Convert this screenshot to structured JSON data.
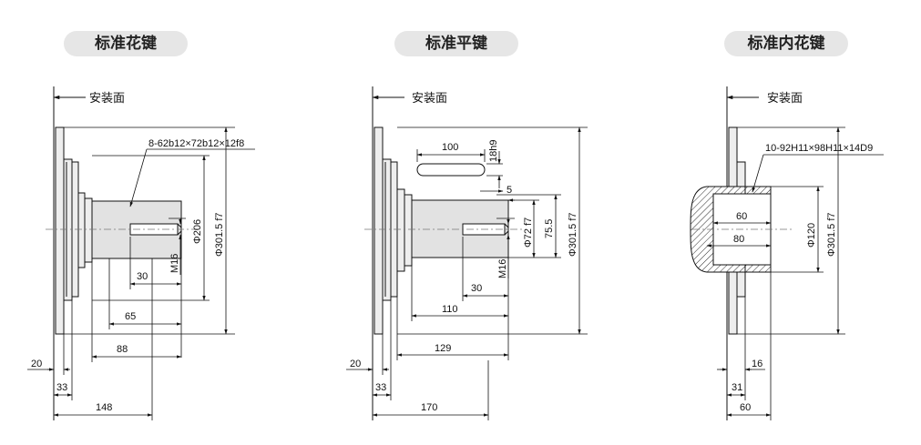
{
  "titles": {
    "d1": "标准花键",
    "d2": "标准平键",
    "d3": "标准内花键"
  },
  "mount_label": "安装面",
  "d1": {
    "spline": "8-62b12×72b12×12f8",
    "dia_outer": "Φ301.5 f7",
    "dia_shaft": "Φ206",
    "thread": "M16",
    "d30": "30",
    "d65": "65",
    "d88": "88",
    "d20": "20",
    "d33": "33",
    "d148": "148"
  },
  "d2": {
    "key_len": "100",
    "key_w": "18h9",
    "d5": "5",
    "dia_outer": "Φ301.5 f7",
    "dia_shaft": "Φ72 f7",
    "d75": "75.5",
    "thread": "M16",
    "d30": "30",
    "d110": "110",
    "d129": "129",
    "d20": "20",
    "d33": "33",
    "d170": "170"
  },
  "d3": {
    "spline": "10-92H11×98H11×14D9",
    "d60": "60",
    "d80": "80",
    "dia_bore": "Φ120",
    "dia_outer": "Φ301.5 f7",
    "d16": "16",
    "d31": "31",
    "d60b": "60"
  }
}
